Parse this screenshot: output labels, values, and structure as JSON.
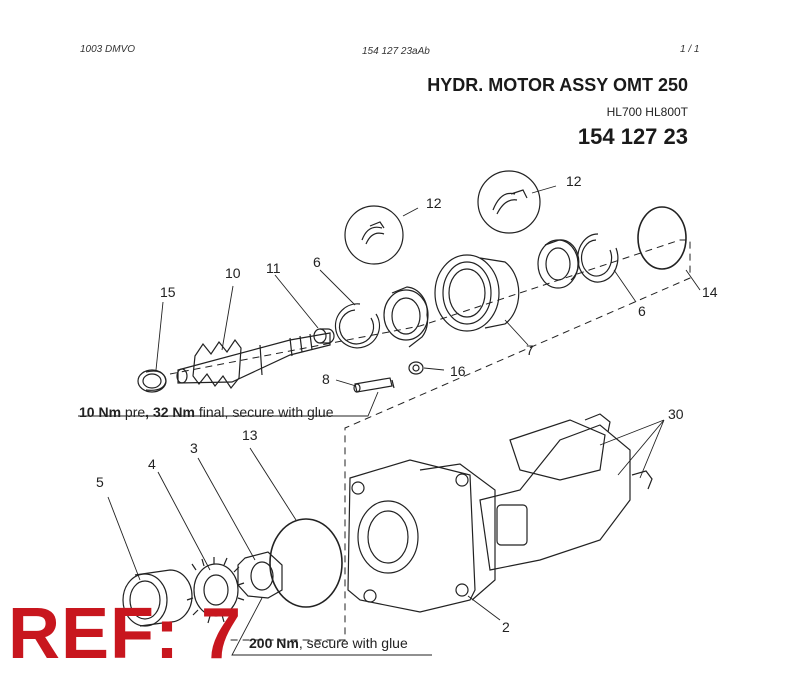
{
  "header": {
    "left": "1003 DMVO",
    "center": "154 127 23aAb",
    "right": "1 / 1"
  },
  "title": "HYDR. MOTOR ASSY OMT 250",
  "models": "HL700 HL800T",
  "part_number": "154 127 23",
  "callouts": [
    "12",
    "12",
    "10",
    "11",
    "6",
    "15",
    "7",
    "6",
    "14",
    "8",
    "16",
    "30",
    "13",
    "3",
    "4",
    "5",
    "2"
  ],
  "notes": {
    "bolt_torque_pre": "10 Nm",
    "bolt_pre_word": " pre",
    "bolt_sep": ", ",
    "bolt_torque_final": "32 Nm",
    "bolt_rest": " final, secure with glue",
    "nut_torque": "200 Nm",
    "nut_rest": ", secure with glue"
  },
  "ref_stamp": "REF: 7",
  "colors": {
    "ref_red": "#c8161e",
    "line": "#222222"
  }
}
